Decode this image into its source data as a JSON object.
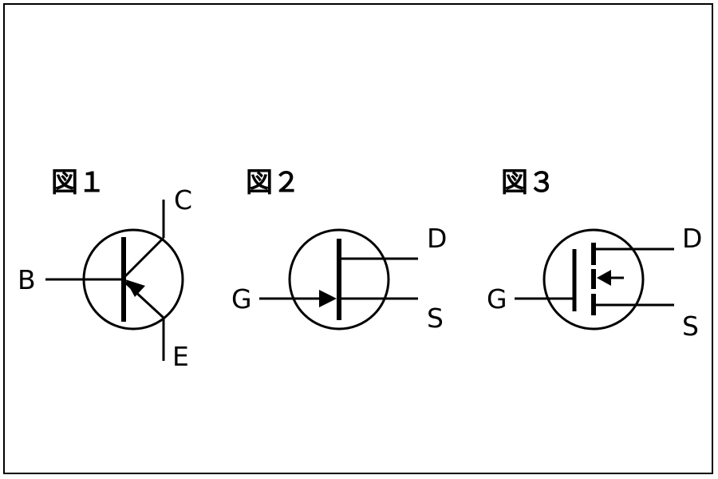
{
  "colors": {
    "line": "#000000",
    "background": "#ffffff"
  },
  "figures": [
    {
      "title": "図１",
      "symbol": "bjt-npn",
      "terminals": {
        "base": "B",
        "collector": "C",
        "emitter": "E"
      }
    },
    {
      "title": "図２",
      "symbol": "jfet-n-channel",
      "terminals": {
        "gate": "G",
        "drain": "D",
        "source": "S"
      }
    },
    {
      "title": "図３",
      "symbol": "mosfet-enhancement-n-channel",
      "terminals": {
        "gate": "G",
        "drain": "D",
        "source": "S"
      }
    }
  ]
}
